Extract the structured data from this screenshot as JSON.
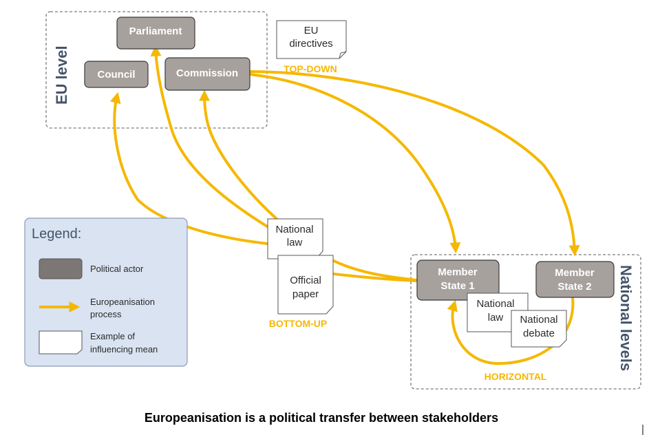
{
  "eu_level": {
    "label": "EU level",
    "actors": {
      "parliament": "Parliament",
      "council": "Council",
      "commission": "Commission"
    },
    "document": [
      "EU",
      "directives"
    ],
    "flow_label": "TOP-DOWN"
  },
  "national_levels": {
    "label": "National levels",
    "actors": {
      "member_state_1": [
        "Member",
        "State 1"
      ],
      "member_state_2": [
        "Member",
        "State 2"
      ]
    },
    "documents": {
      "national_law": [
        "National",
        "law"
      ],
      "national_debate": [
        "National",
        "debate"
      ]
    },
    "flow_label": "HORIZONTAL"
  },
  "bottom_up": {
    "documents": {
      "national_law": [
        "National",
        "law"
      ],
      "official_paper": [
        "Official",
        "paper"
      ]
    },
    "flow_label": "BOTTOM-UP"
  },
  "legend": {
    "title": "Legend:",
    "political_actor": "Political actor",
    "process": [
      "Europeanisation",
      "process"
    ],
    "example": [
      "Example of",
      "influencing mean"
    ]
  },
  "caption": "Europeanisation is a political transfer between stakeholders",
  "colors": {
    "arrow": "#f5b800",
    "actor_fill": "#a7a19e",
    "legend_bg": "#d9e3f1",
    "label": "#44546a"
  }
}
